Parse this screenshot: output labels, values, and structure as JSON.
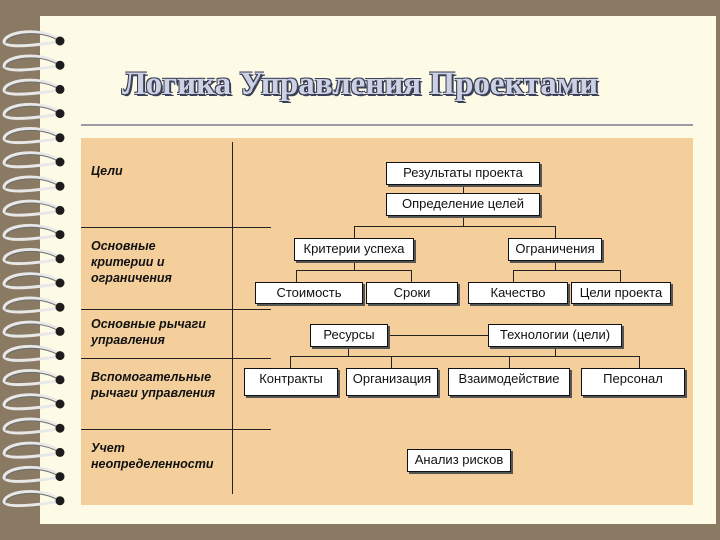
{
  "slide": {
    "title": "Логика Управления Проектами"
  },
  "rows": [
    "Цели",
    "Основные\nкритерии и\nограничения",
    "Основные рычаги\nуправления",
    "Вспомогательные\nрычаги управления",
    "Учет\nнеопределенности"
  ],
  "boxes": {
    "results": "Результаты проекта",
    "goals": "Определение целей",
    "criteria": "Критерии успеха",
    "constraints": "Ограничения",
    "cost": "Стоимость",
    "time": "Сроки",
    "quality": "Качество",
    "project_goals": "Цели проекта",
    "resources": "Ресурсы",
    "technology": "Технологии (цели)",
    "contracts": "Контракты",
    "organization": "Организация",
    "interaction": "Взаимодействие",
    "personnel": "Персонал",
    "risk": "Анализ рисков"
  }
}
